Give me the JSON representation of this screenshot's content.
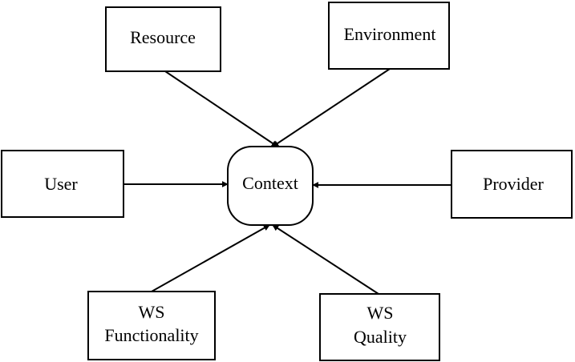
{
  "diagram": {
    "center": {
      "label": "Context"
    },
    "nodes": {
      "resource": {
        "label": "Resource"
      },
      "environment": {
        "label": "Environment"
      },
      "user": {
        "label": "User"
      },
      "provider": {
        "label": "Provider"
      },
      "ws_functionality": {
        "line1": "WS",
        "line2": "Functionality"
      },
      "ws_quality": {
        "line1": "WS",
        "line2": "Quality"
      }
    },
    "colors": {
      "stroke": "#000000",
      "fill": "#ffffff"
    }
  }
}
